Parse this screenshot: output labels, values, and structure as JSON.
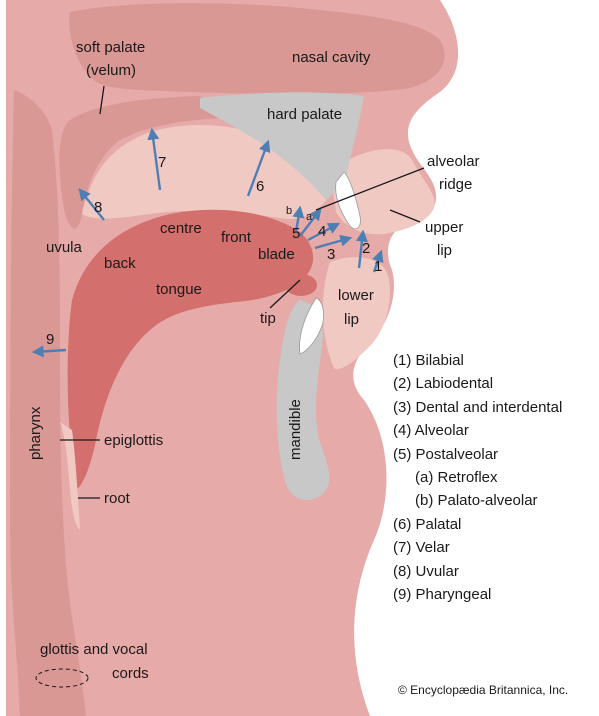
{
  "colors": {
    "tissue": "#e6aaa8",
    "tissue_light": "#f1c9c3",
    "tissue_dark": "#d99894",
    "tongue": "#d36f6c",
    "bone": "#c8c8c8",
    "teeth": "#ffffff",
    "arrow": "#4d7fb5",
    "text": "#1a1a1a"
  },
  "labels": {
    "soft_palate": "soft palate",
    "velum": "(velum)",
    "nasal_cavity": "nasal cavity",
    "hard_palate": "hard palate",
    "alveolar": "alveolar",
    "ridge": "ridge",
    "upper": "upper",
    "upper_lip": "lip",
    "lower": "lower",
    "lower_lip": "lip",
    "uvula": "uvula",
    "back": "back",
    "centre": "centre",
    "front": "front",
    "blade": "blade",
    "tongue": "tongue",
    "tip": "tip",
    "mandible": "mandible",
    "pharynx": "pharynx",
    "epiglottis": "epiglottis",
    "root": "root",
    "glottis_vocal": "glottis and vocal",
    "cords": "cords"
  },
  "arrow_numbers": [
    "1",
    "2",
    "3",
    "4",
    "5",
    "6",
    "7",
    "8",
    "9"
  ],
  "sub_letters": [
    "a",
    "b"
  ],
  "legend": [
    {
      "text": "(1) Bilabial",
      "sub": false
    },
    {
      "text": "(2) Labiodental",
      "sub": false
    },
    {
      "text": "(3) Dental and interdental",
      "sub": false
    },
    {
      "text": "(4) Alveolar",
      "sub": false
    },
    {
      "text": "(5) Postalveolar",
      "sub": false
    },
    {
      "text": "(a) Retroflex",
      "sub": true
    },
    {
      "text": "(b) Palato-alveolar",
      "sub": true
    },
    {
      "text": "(6) Palatal",
      "sub": false
    },
    {
      "text": "(7) Velar",
      "sub": false
    },
    {
      "text": "(8) Uvular",
      "sub": false
    },
    {
      "text": "(9) Pharyngeal",
      "sub": false
    }
  ],
  "credit": "© Encyclopædia Britannica, Inc."
}
